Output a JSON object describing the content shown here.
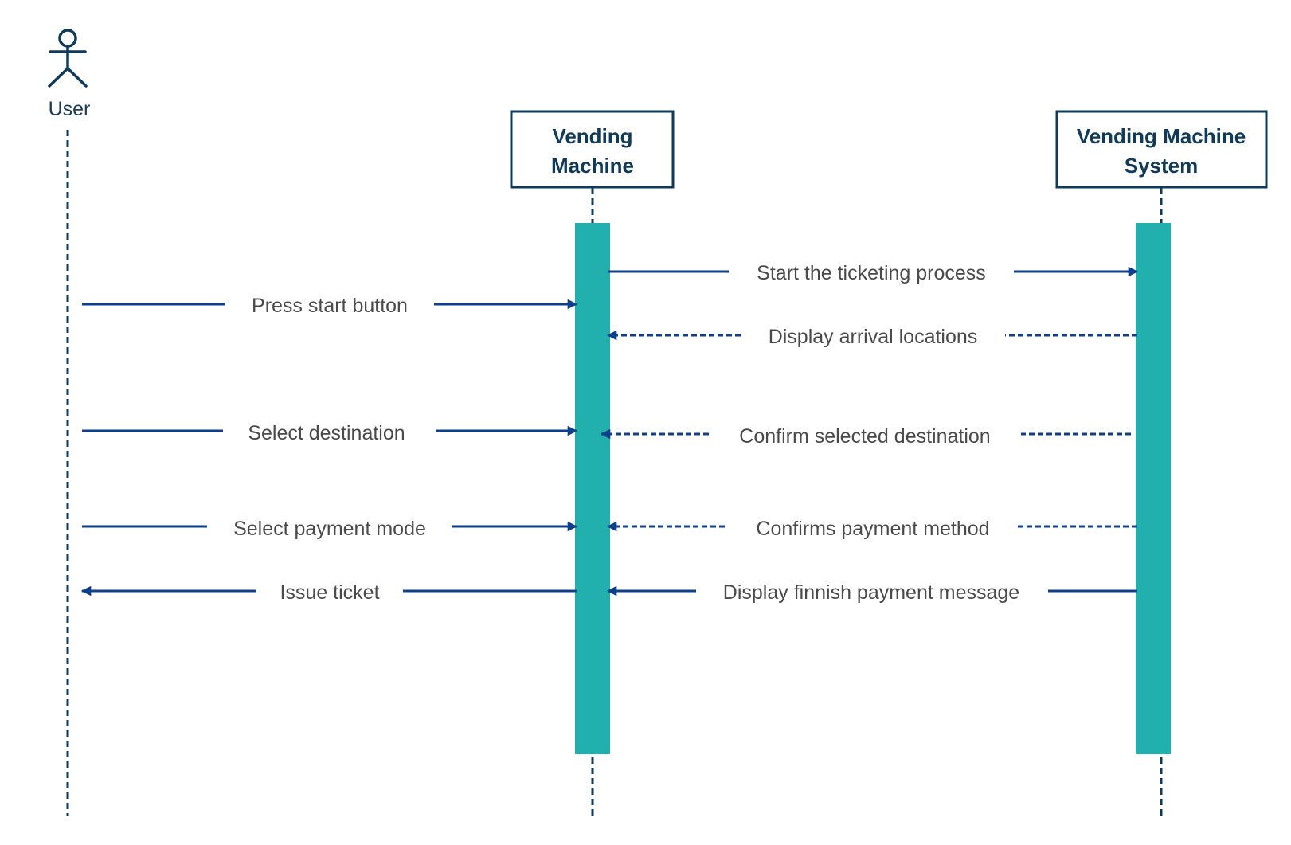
{
  "colors": {
    "line": "#0f3a5a",
    "arrow": "#0d3f8c",
    "activation": "#22b0ae",
    "text": "#4a4a4a",
    "background": "#ffffff"
  },
  "actor": {
    "label": "User",
    "icon": "stick-figure-icon"
  },
  "lifelines": [
    {
      "id": "vending-machine",
      "title_lines": [
        "Vending",
        "Machine"
      ]
    },
    {
      "id": "vending-machine-system",
      "title_lines": [
        "Vending Machine",
        "System"
      ]
    }
  ],
  "messages": [
    {
      "id": "msg-start-ticketing",
      "label": "Start the ticketing process",
      "from": "Vending Machine",
      "to": "Vending Machine System",
      "style": "solid"
    },
    {
      "id": "msg-press-start",
      "label": "Press start button",
      "from": "User",
      "to": "Vending Machine",
      "style": "solid"
    },
    {
      "id": "msg-display-arrival",
      "label": "Display arrival locations",
      "from": "Vending Machine System",
      "to": "Vending Machine",
      "style": "dashed"
    },
    {
      "id": "msg-select-destination",
      "label": "Select destination",
      "from": "User",
      "to": "Vending Machine",
      "style": "solid"
    },
    {
      "id": "msg-confirm-destination",
      "label": "Confirm selected destination",
      "from": "Vending Machine System",
      "to": "Vending Machine",
      "style": "dashed"
    },
    {
      "id": "msg-select-payment",
      "label": "Select payment mode",
      "from": "User",
      "to": "Vending Machine",
      "style": "solid"
    },
    {
      "id": "msg-confirms-payment",
      "label": "Confirms payment method",
      "from": "Vending Machine System",
      "to": "Vending Machine",
      "style": "dashed"
    },
    {
      "id": "msg-issue-ticket",
      "label": "Issue ticket",
      "from": "Vending Machine",
      "to": "User",
      "style": "solid"
    },
    {
      "id": "msg-display-finish",
      "label": "Display finnish payment message",
      "from": "Vending Machine System",
      "to": "Vending Machine",
      "style": "solid"
    }
  ]
}
